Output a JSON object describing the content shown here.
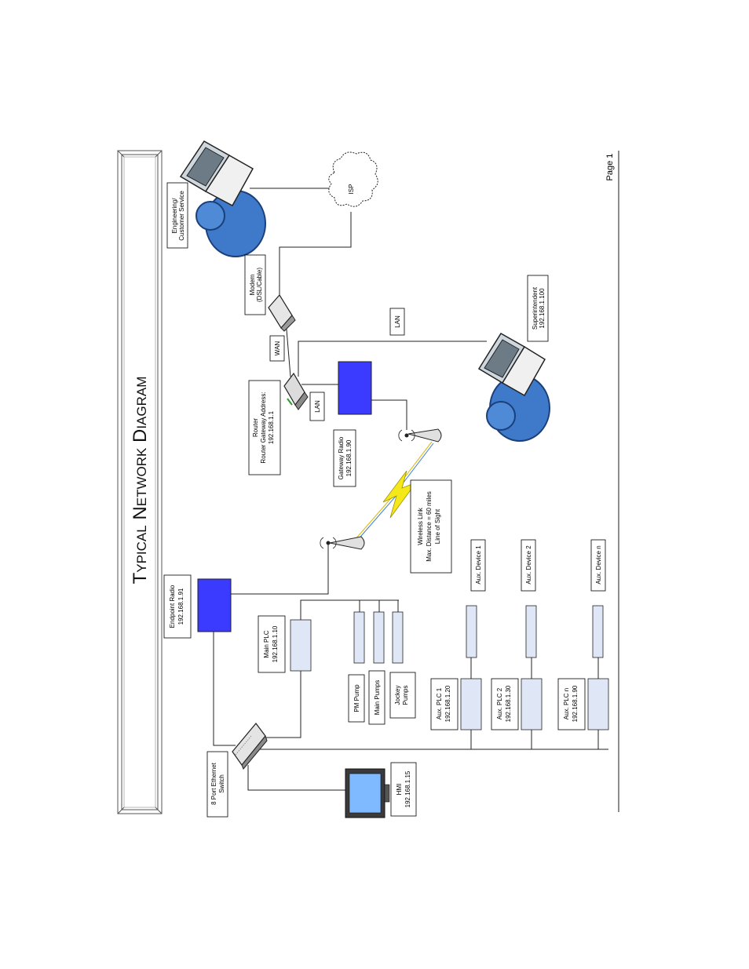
{
  "page": {
    "title": "Typical Network Diagram",
    "page_label": "Page 1"
  },
  "colors": {
    "radio_blue": "#3b3bff",
    "plc_fill": "#dfe6f5",
    "person_blue": "#3f79c9",
    "hmi_screen": "#7fb9ff"
  },
  "nodes": {
    "engineering": {
      "line1": "Engineering/",
      "line2": "Customer Service",
      "icon": "laptop-user-icon"
    },
    "isp": {
      "label": "ISP",
      "icon": "cloud-icon"
    },
    "modem": {
      "line1": "Modem",
      "line2": "(DSL/Cable)",
      "icon": "modem-icon"
    },
    "router": {
      "line1": "Router",
      "line2": "Router Gateway Address:",
      "line3": "192.168.1.1",
      "icon": "router-icon"
    },
    "wan_label": "WAN",
    "lan_label_router": "LAN",
    "lan_label_super": "LAN",
    "superintendent": {
      "line1": "Superintendent",
      "line2": "192.168.1.100",
      "icon": "laptop-user-icon"
    },
    "gateway_radio": {
      "line1": "Gateway Radio",
      "line2": "192.168.1.90",
      "icon": "antenna-icon"
    },
    "wireless_link": {
      "line1": "Wireless Link",
      "line2": "Max. Distance = 60 miles",
      "line3": "Line of Sight",
      "icon": "lightning-icon"
    },
    "endpoint_radio": {
      "line1": "Endpoint Radio",
      "line2": "192.168.1.91",
      "icon": "antenna-icon"
    },
    "main_plc": {
      "line1": "Main PLC",
      "line2": "192.168.1.10"
    },
    "pm_pump": "PM Pump",
    "main_pumps": "Main Pumps",
    "jockey_pumps": {
      "line1": "Jockey",
      "line2": "Pumps"
    },
    "switch": {
      "line1": "8 Port Ethernet",
      "line2": "Switch",
      "icon": "switch-icon"
    },
    "hmi": {
      "line1": "HMI",
      "line2": "192.168.1.15",
      "icon": "monitor-icon"
    },
    "aux_plc_1": {
      "line1": "Aux. PLC 1",
      "line2": "192.168.1.20"
    },
    "aux_plc_2": {
      "line1": "Aux. PLC 2",
      "line2": "192.168.1.30"
    },
    "aux_plc_n": {
      "line1": "Aux. PLC n",
      "line2": "192.168.1.90"
    },
    "aux_device_1": "Aux. Device 1",
    "aux_device_2": "Aux. Device 2",
    "aux_device_n": "Aux. Device n"
  }
}
